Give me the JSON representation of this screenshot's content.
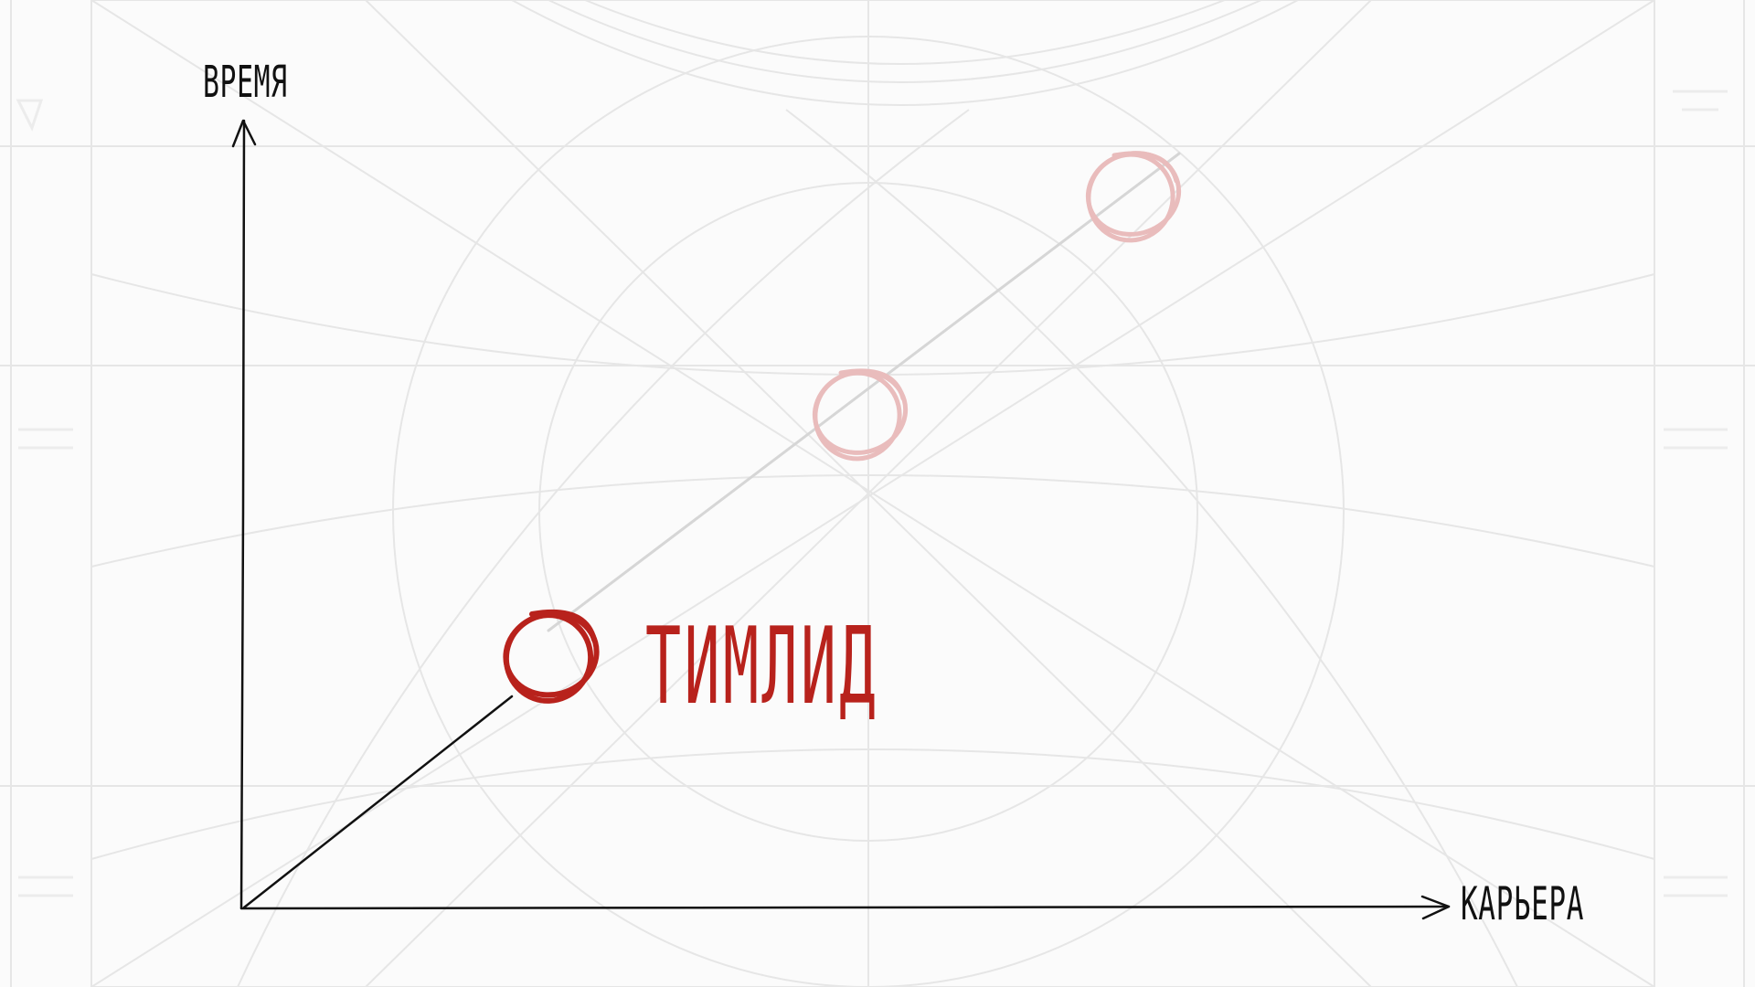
{
  "diagram": {
    "y_axis_label": "ВРЕМЯ",
    "x_axis_label": "КАРЬЕРА",
    "highlighted_stage_label": "ТИМЛИД",
    "stages": [
      {
        "step": 1,
        "state": "active"
      },
      {
        "step": 2,
        "state": "faded"
      },
      {
        "step": 3,
        "state": "faded"
      }
    ]
  },
  "colors": {
    "ink": "#111111",
    "active": "#b8221c",
    "faded": "#e9bcbc",
    "faded_line": "#d6d6d6",
    "background_map": "#e6e6e6"
  }
}
